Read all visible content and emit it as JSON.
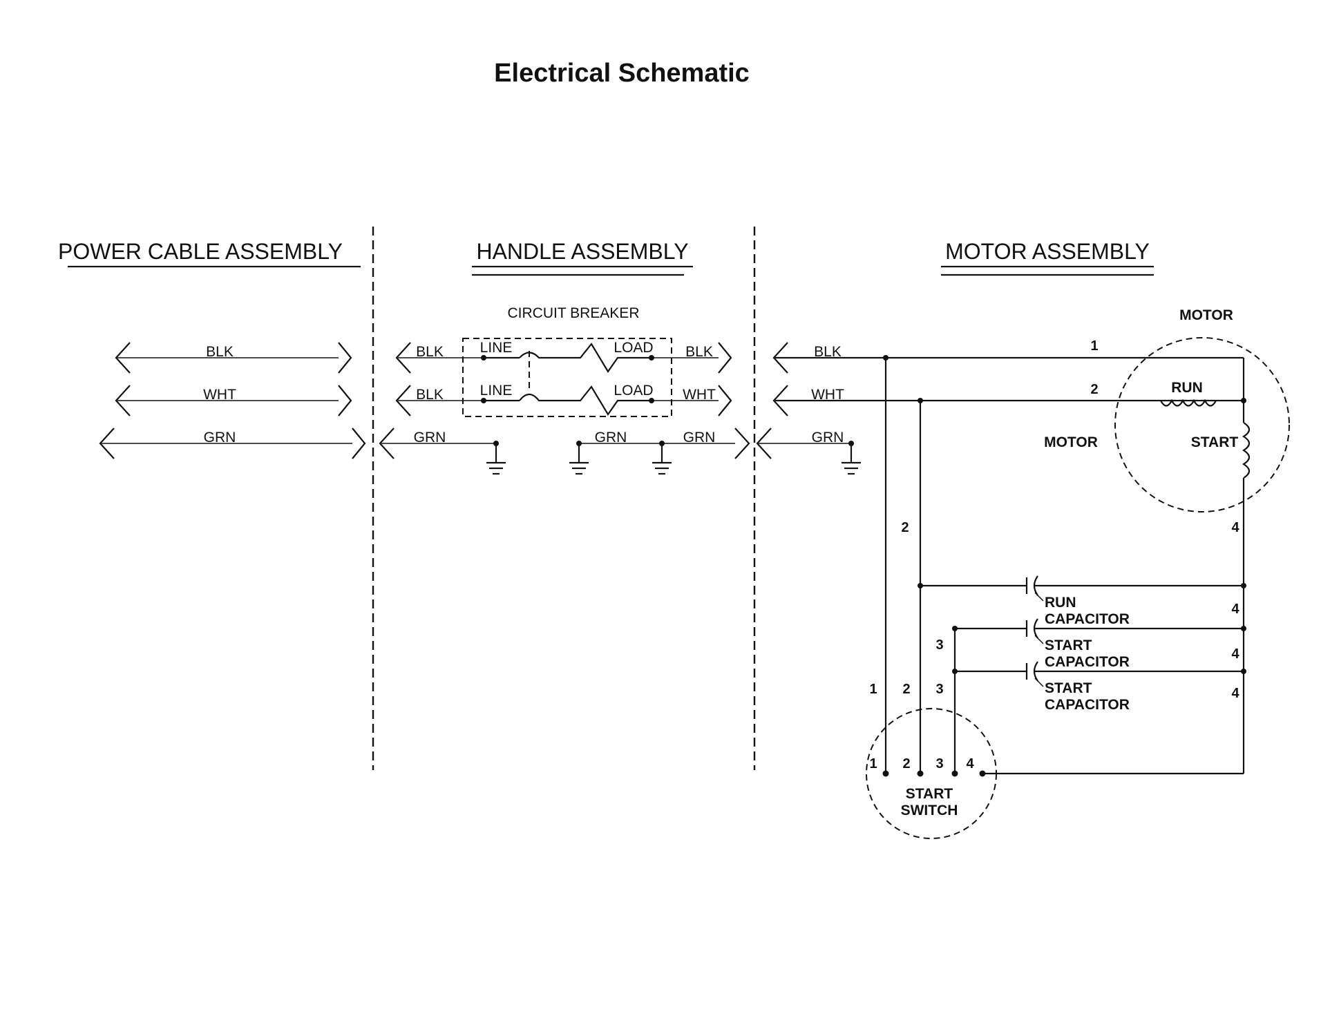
{
  "title": "Electrical Schematic",
  "sections": {
    "power_cable": "POWER CABLE ASSEMBLY",
    "handle": "HANDLE ASSEMBLY",
    "motor": "MOTOR ASSEMBLY"
  },
  "labels": {
    "circuit_breaker": "CIRCUIT BREAKER",
    "motor_top": "MOTOR",
    "motor_mid": "MOTOR",
    "run_winding": "RUN",
    "start_winding": "START",
    "line": "LINE",
    "load": "LOAD",
    "blk": "BLK",
    "wht": "WHT",
    "grn": "GRN",
    "run_capacitor": [
      "RUN",
      "CAPACITOR"
    ],
    "start_capacitor": [
      "START",
      "CAPACITOR"
    ],
    "start_switch": [
      "START",
      "SWITCH"
    ]
  },
  "wire_numbers": {
    "n1": "1",
    "n2": "2",
    "n3": "3",
    "n4": "4"
  }
}
